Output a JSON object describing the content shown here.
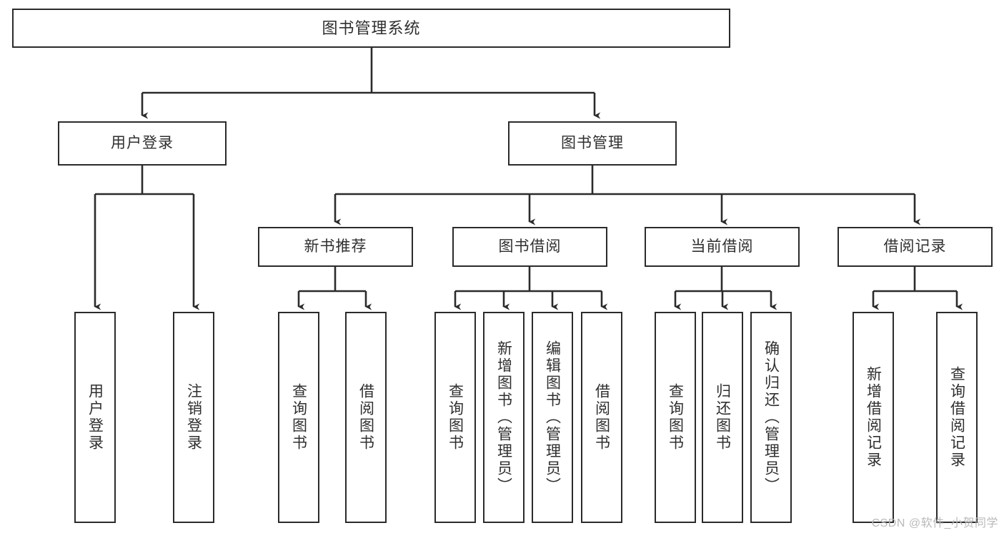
{
  "diagram": {
    "title": "图书管理系统",
    "watermark": "CSDN @软件_小贺同学",
    "colors": {
      "box_border": "#2b2b2b",
      "text": "#2f2f2f",
      "line": "#2b2b2b",
      "background": "#ffffff",
      "watermark": "#b9b9b9"
    },
    "root": {
      "label": "图书管理系统"
    },
    "level2": [
      {
        "label": "用户登录"
      },
      {
        "label": "图书管理"
      }
    ],
    "level3": [
      {
        "label": "新书推荐"
      },
      {
        "label": "图书借阅"
      },
      {
        "label": "当前借阅"
      },
      {
        "label": "借阅记录"
      }
    ],
    "leaves": {
      "user_login": [
        {
          "label": "用户登录"
        },
        {
          "label": "注销登录"
        }
      ],
      "new_book_rec": [
        {
          "label": "查询图书"
        },
        {
          "label": "借阅图书"
        }
      ],
      "book_borrow": [
        {
          "label": "查询图书"
        },
        {
          "label": "新增图书（管理员）"
        },
        {
          "label": "编辑图书（管理员）"
        },
        {
          "label": "借阅图书"
        }
      ],
      "current_borrow": [
        {
          "label": "查询图书"
        },
        {
          "label": "归还图书"
        },
        {
          "label": "确认归还（管理员）"
        }
      ],
      "borrow_record": [
        {
          "label": "新增借阅记录"
        },
        {
          "label": "查询借阅记录"
        }
      ]
    }
  }
}
